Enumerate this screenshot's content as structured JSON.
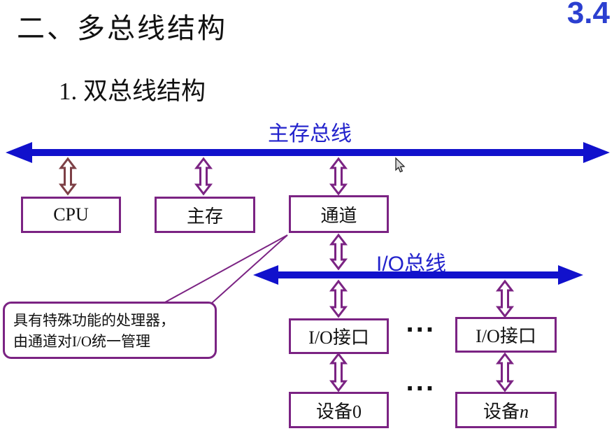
{
  "colors": {
    "bus_blue": "#1111cc",
    "bus_label_blue": "#2222cc",
    "box_purple": "#7b2383",
    "cpu_arrow_maroon": "#7d4046",
    "badge_blue": "#2b3fd0",
    "text_black": "#111111",
    "canvas_bg": "#ffffff"
  },
  "header": {
    "title": "二、多总线结构",
    "section_number": "3.4",
    "subtitle": "1. 双总线结构"
  },
  "diagram": {
    "main_bus_label": "主存总线",
    "io_bus_label": "I/O总线",
    "boxes": {
      "cpu": "CPU",
      "main_memory": "主存",
      "channel": "通道",
      "io_interface_left": "I/O接口",
      "io_interface_right": "I/O接口",
      "device0": "设备0",
      "device_n_prefix": "设备",
      "device_n_var": "n"
    },
    "ellipsis_interfaces": "···",
    "ellipsis_devices": "···",
    "callout": {
      "line1": "具有特殊功能的处理器，",
      "line2": "由通道对I/O统一管理"
    }
  }
}
